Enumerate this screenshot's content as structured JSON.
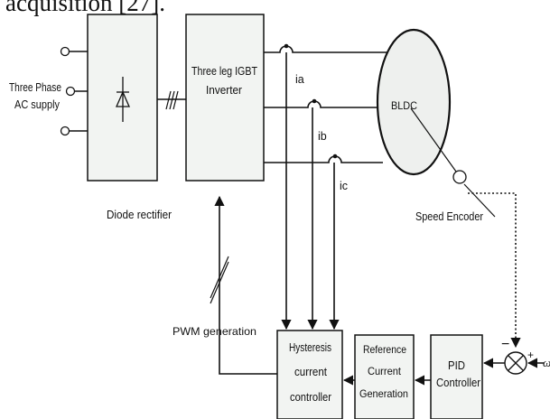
{
  "caption_fragment": "acquisition [27].",
  "blocks": {
    "supply": "Three Phase AC supply",
    "supply_line1": "Three Phase",
    "supply_line2": "AC supply",
    "rectifier_label": "Diode rectifier",
    "inverter_line1": "Three leg IGBT",
    "inverter_line2": "Inverter",
    "motor": "BLDC",
    "encoder": "Speed Encoder",
    "hysteresis_line1": "Hysteresis",
    "hysteresis_line2": "current",
    "hysteresis_line3": "controller",
    "reference_line1": "Reference",
    "reference_line2": "Current",
    "reference_line3": "Generation",
    "pid_line1": "PID",
    "pid_line2": "Controller"
  },
  "signals": {
    "ia": "ia",
    "ib": "ib",
    "ic": "ic",
    "pwm": "PWM generation",
    "summer_minus": "−",
    "summer_plus": "+",
    "reference_speed": "ω"
  }
}
